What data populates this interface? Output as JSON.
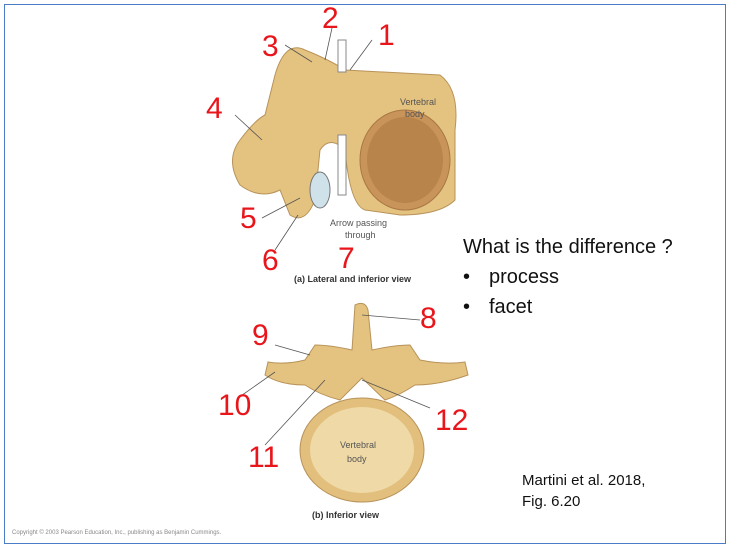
{
  "figure": {
    "caption_a": "(a) Lateral and inferior view",
    "caption_b": "(b) Inferior view",
    "label_body_a": [
      "Vertebral",
      "body"
    ],
    "label_arrow": [
      "Arrow passing",
      "through"
    ],
    "label_body_b": [
      "Vertebral",
      "body"
    ],
    "copyright": "Copyright © 2003 Pearson Education, Inc., publishing as Benjamin Cummings.",
    "markers": [
      "1",
      "2",
      "3",
      "4",
      "5",
      "6",
      "7",
      "8",
      "9",
      "10",
      "11",
      "12"
    ]
  },
  "question": {
    "title": "What is the difference ?",
    "items": [
      "process",
      "facet"
    ]
  },
  "citation": [
    "Martini et al. 2018,",
    "Fig. 6.20"
  ],
  "colors": {
    "bone": "#e8c98a",
    "marker": "#e8151b",
    "frame": "#4a7cc7"
  }
}
